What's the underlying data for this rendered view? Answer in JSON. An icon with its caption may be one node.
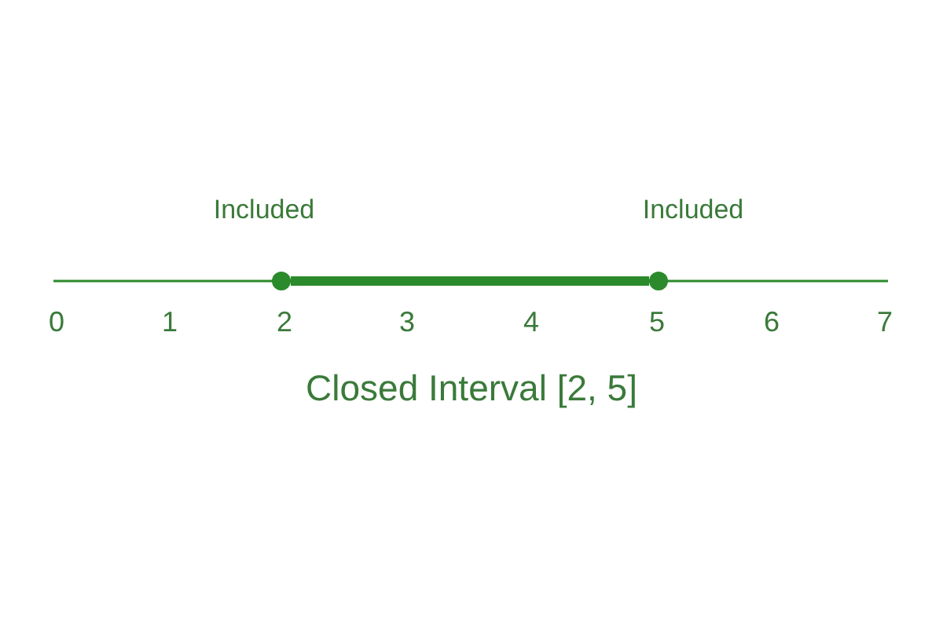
{
  "diagram": {
    "caption": "Closed Interval [2, 5]",
    "nodes": [
      {
        "text": [],
        "shape": "circle",
        "beside": [
          "Included"
        ]
      },
      {
        "text": [],
        "shape": "circle",
        "beside": [
          "Included"
        ]
      }
    ],
    "edges": [
      {
        "from": 0,
        "to": 1,
        "arrow": "none"
      }
    ],
    "labels": [
      "0",
      "1",
      "2",
      "3",
      "4",
      "5",
      "6",
      "7"
    ]
  }
}
